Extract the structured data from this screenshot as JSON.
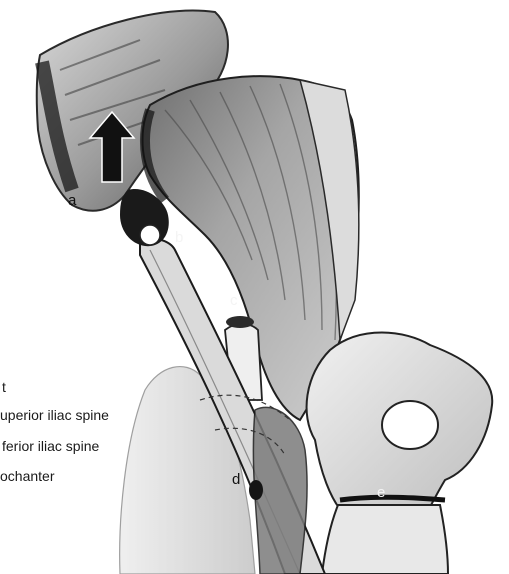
{
  "labels": {
    "a": "a",
    "b": "b",
    "c": "c",
    "d": "d",
    "e": "e"
  },
  "legend": {
    "line1": "t",
    "line2": "uperior iliac spine",
    "line3": "ferior iliac spine",
    "line4": "ochanter"
  },
  "colors": {
    "ink": "#111111",
    "shadow": "#2b2b2b",
    "muscle_mid": "#8a8a8a",
    "muscle_light": "#c9c9c9",
    "bone": "#e6e6e6"
  }
}
